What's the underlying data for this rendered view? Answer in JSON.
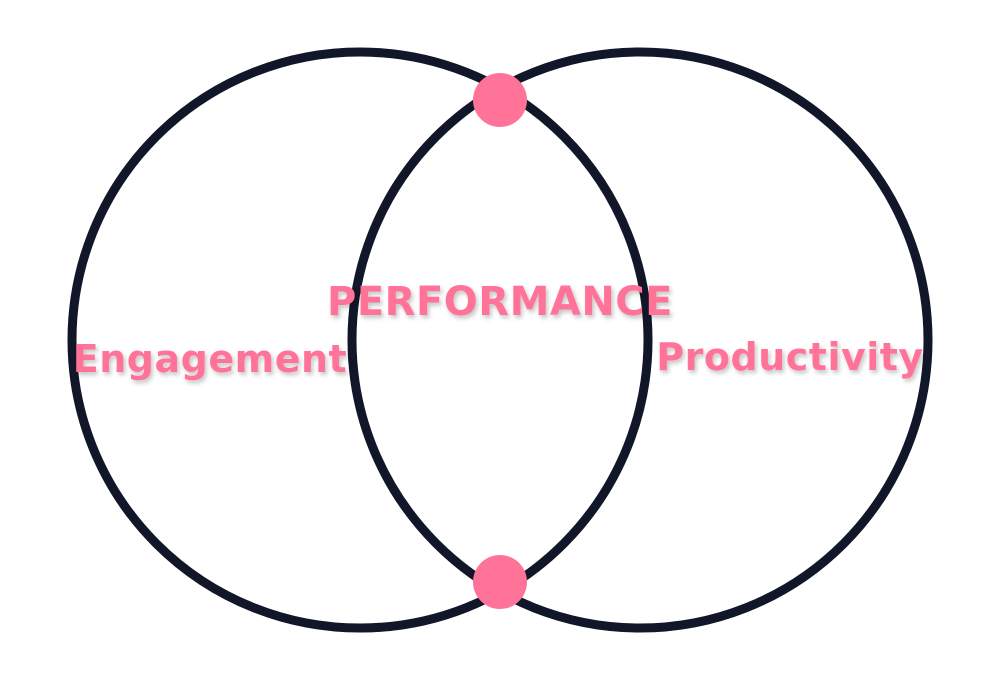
{
  "labels": {
    "left": "Engagement",
    "center": "PERFORMANCE",
    "right": "Productivity"
  },
  "colors": {
    "outline": "#111628",
    "accent": "#ff7399",
    "background": "#ffffff"
  }
}
